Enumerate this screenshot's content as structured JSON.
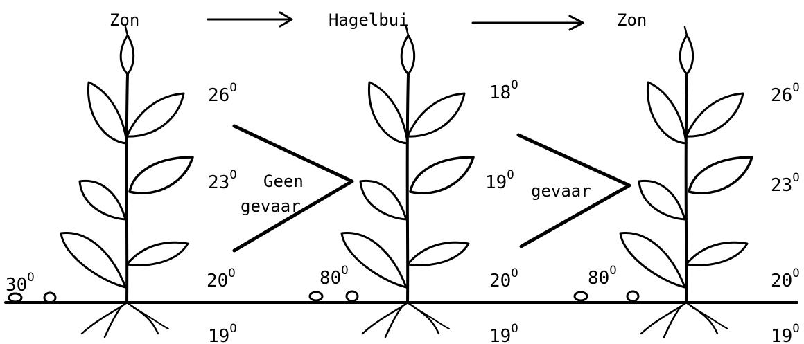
{
  "header": {
    "stage_1": "Zon",
    "stage_2": "Hagelbui",
    "stage_3": "Zon"
  },
  "transitions": {
    "first_line1": "Geen",
    "first_line2": "gevaar",
    "second": "gevaar"
  },
  "plants": [
    {
      "ground_temp": "30",
      "temps": [
        "26",
        "23",
        "20",
        "19"
      ]
    },
    {
      "ground_temp": "80",
      "temps": [
        "18",
        "19",
        "20",
        "19"
      ]
    },
    {
      "ground_temp": "80",
      "temps": [
        "26",
        "23",
        "20",
        "19"
      ]
    }
  ],
  "degree_symbol": "O"
}
